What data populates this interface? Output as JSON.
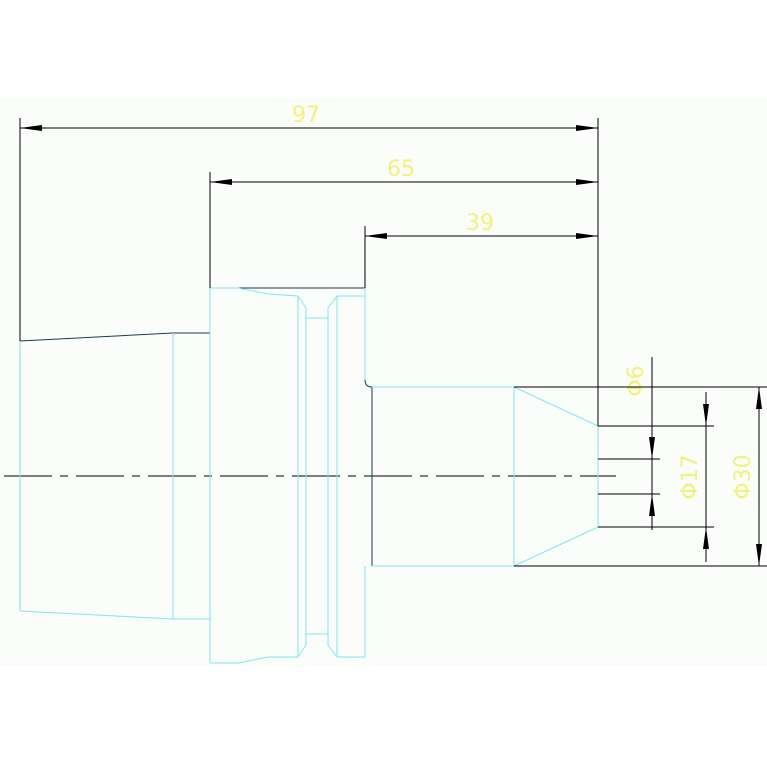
{
  "colors": {
    "background": "#ffffff",
    "sheet": "#fbfdfb",
    "part_outline": "#7fe8ec",
    "part_edge_dark": "#1c3a4a",
    "dimension_line": "#000000",
    "dimension_text": "#f2f27a"
  },
  "dimensions": {
    "overall_length": "97",
    "middle_length": "65",
    "short_length": "39",
    "bore_small": "Φ6",
    "bore_medium": "Φ17",
    "bore_large": "Φ30"
  }
}
